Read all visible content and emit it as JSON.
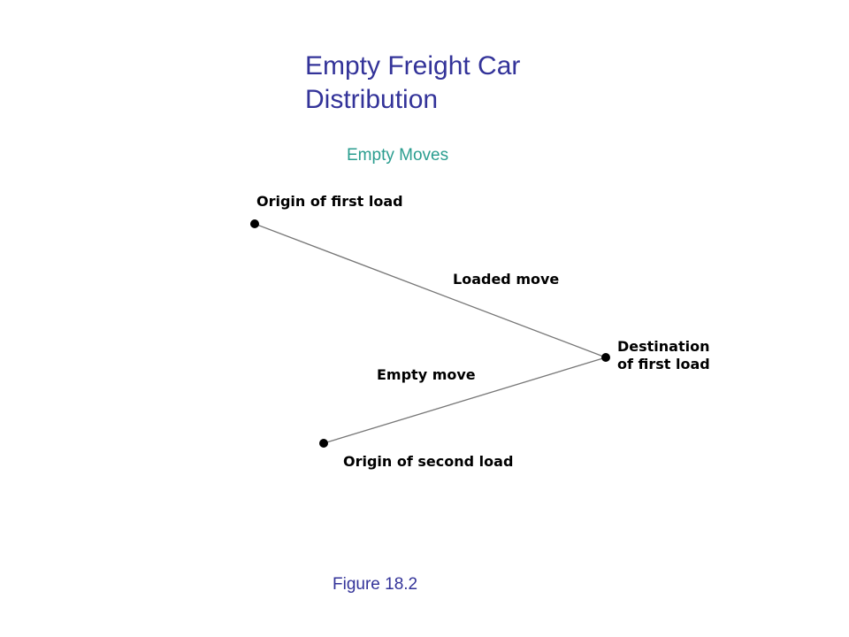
{
  "title": {
    "line1": "Empty Freight Car",
    "line2": "Distribution"
  },
  "subtitle": "Empty Moves",
  "diagram": {
    "nodes": {
      "origin_first": "Origin of first load",
      "destination_line1": "Destination",
      "destination_line2": "of first load",
      "origin_second": "Origin of second load"
    },
    "edges": {
      "loaded": "Loaded move",
      "empty": "Empty move"
    }
  },
  "caption": "Figure 18.2"
}
